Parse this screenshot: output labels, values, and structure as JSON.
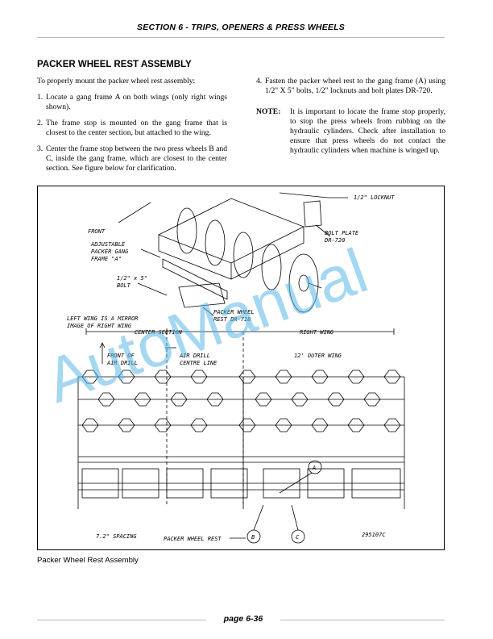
{
  "header": {
    "section_title": "SECTION 6 - TRIPS, OPENERS & PRESS WHEELS"
  },
  "title": "PACKER WHEEL REST ASSEMBLY",
  "intro": "To properly mount the packer wheel rest assembly:",
  "steps": [
    {
      "num": "1.",
      "text": "Locate a gang frame A on both wings (only right wings shown)."
    },
    {
      "num": "2.",
      "text": "The frame stop is mounted on the gang frame that is closest to the center section, but attached to the wing."
    },
    {
      "num": "3.",
      "text": "Center the frame stop between the two press wheels B and C, inside the gang frame, which are closest to the center section.  See figure below for clarification."
    },
    {
      "num": "4.",
      "text": "Fasten the packer wheel rest to the gang frame (A) using 1/2\" X 5\" bolts, 1/2\" locknuts and bolt plates DR-720."
    }
  ],
  "note": {
    "label": "NOTE:",
    "text": "It is important to locate the frame stop properly, to stop the press wheels from rubbing on the hydraulic cylinders.  Check after installation to ensure that press wheels do not contact the hydraulic cylinders when machine is winged up."
  },
  "figure": {
    "labels": {
      "locknut": "1/2\" LOCKNUT",
      "front": "FRONT",
      "adjustable_1": "ADJUSTABLE",
      "adjustable_2": "PACKER GANG",
      "adjustable_3": "FRAME \"A\"",
      "bolt_plate_1": "BOLT PLATE",
      "bolt_plate_2": "DR-720",
      "bolt_1": "1/2\" x 5\"",
      "bolt_2": "BOLT",
      "rest_1": "PACKER WHEEL",
      "rest_2": "REST DR-718",
      "mirror_1": "LEFT WING IS A MIRROR",
      "mirror_2": "IMAGE OF RIGHT WING",
      "center_section": "CENTER SECTION",
      "right_wing": "RIGHT WING",
      "front_drill_1": "FRONT OF",
      "front_drill_2": "AIR DRILL",
      "centre_line_1": "AIR DRILL",
      "centre_line_2": "CENTRE LINE",
      "outer_wing": "12' OUTER WING",
      "spacing": "7.2\" SPACING",
      "packer_rest": "PACKER WHEEL REST",
      "callout_a": "A",
      "callout_b": "B",
      "callout_c": "C",
      "drawing_no": "295107C"
    }
  },
  "watermark": "AutoManual",
  "caption": "Packer Wheel Rest Assembly",
  "footer": {
    "page": "page 6-36"
  }
}
